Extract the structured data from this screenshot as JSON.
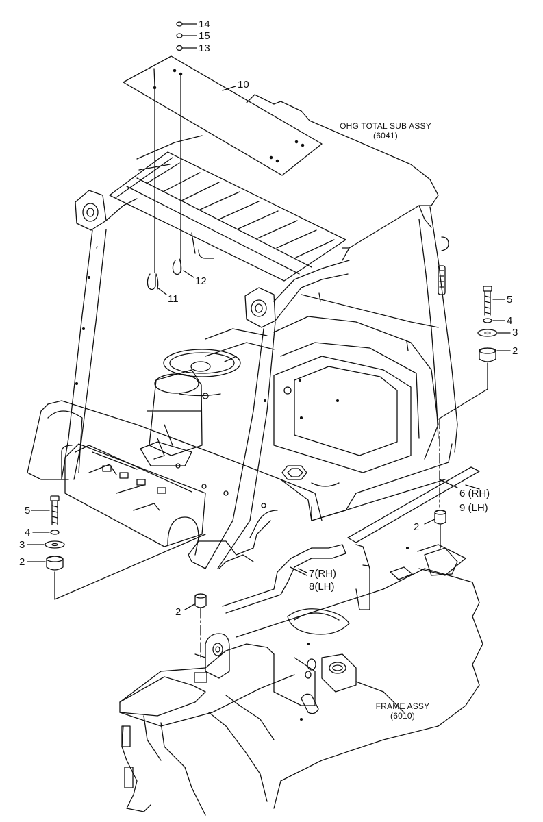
{
  "callouts": {
    "p14": "14",
    "p15": "15",
    "p13": "13",
    "p10": "10",
    "p12": "12",
    "p11": "11",
    "p5_right": "5",
    "p4_right": "4",
    "p3_right": "3",
    "p2_right": "2",
    "p6_9": [
      "6 (RH)",
      "9 (LH)"
    ],
    "p2_mid_right": "2",
    "p5_left": "5",
    "p4_left": "4",
    "p3_left": "3",
    "p2_left": "2",
    "p7_8": [
      "7(RH)",
      "8(LH)"
    ],
    "p2_bottom": "2"
  },
  "assemblies": {
    "ohg": {
      "name": "OHG TOTAL SUB ASSY",
      "code": "(6041)"
    },
    "frame": {
      "name": "FRAME ASSY",
      "code": "(6010)"
    }
  },
  "colors": {
    "line": "#111111",
    "background": "#ffffff"
  }
}
